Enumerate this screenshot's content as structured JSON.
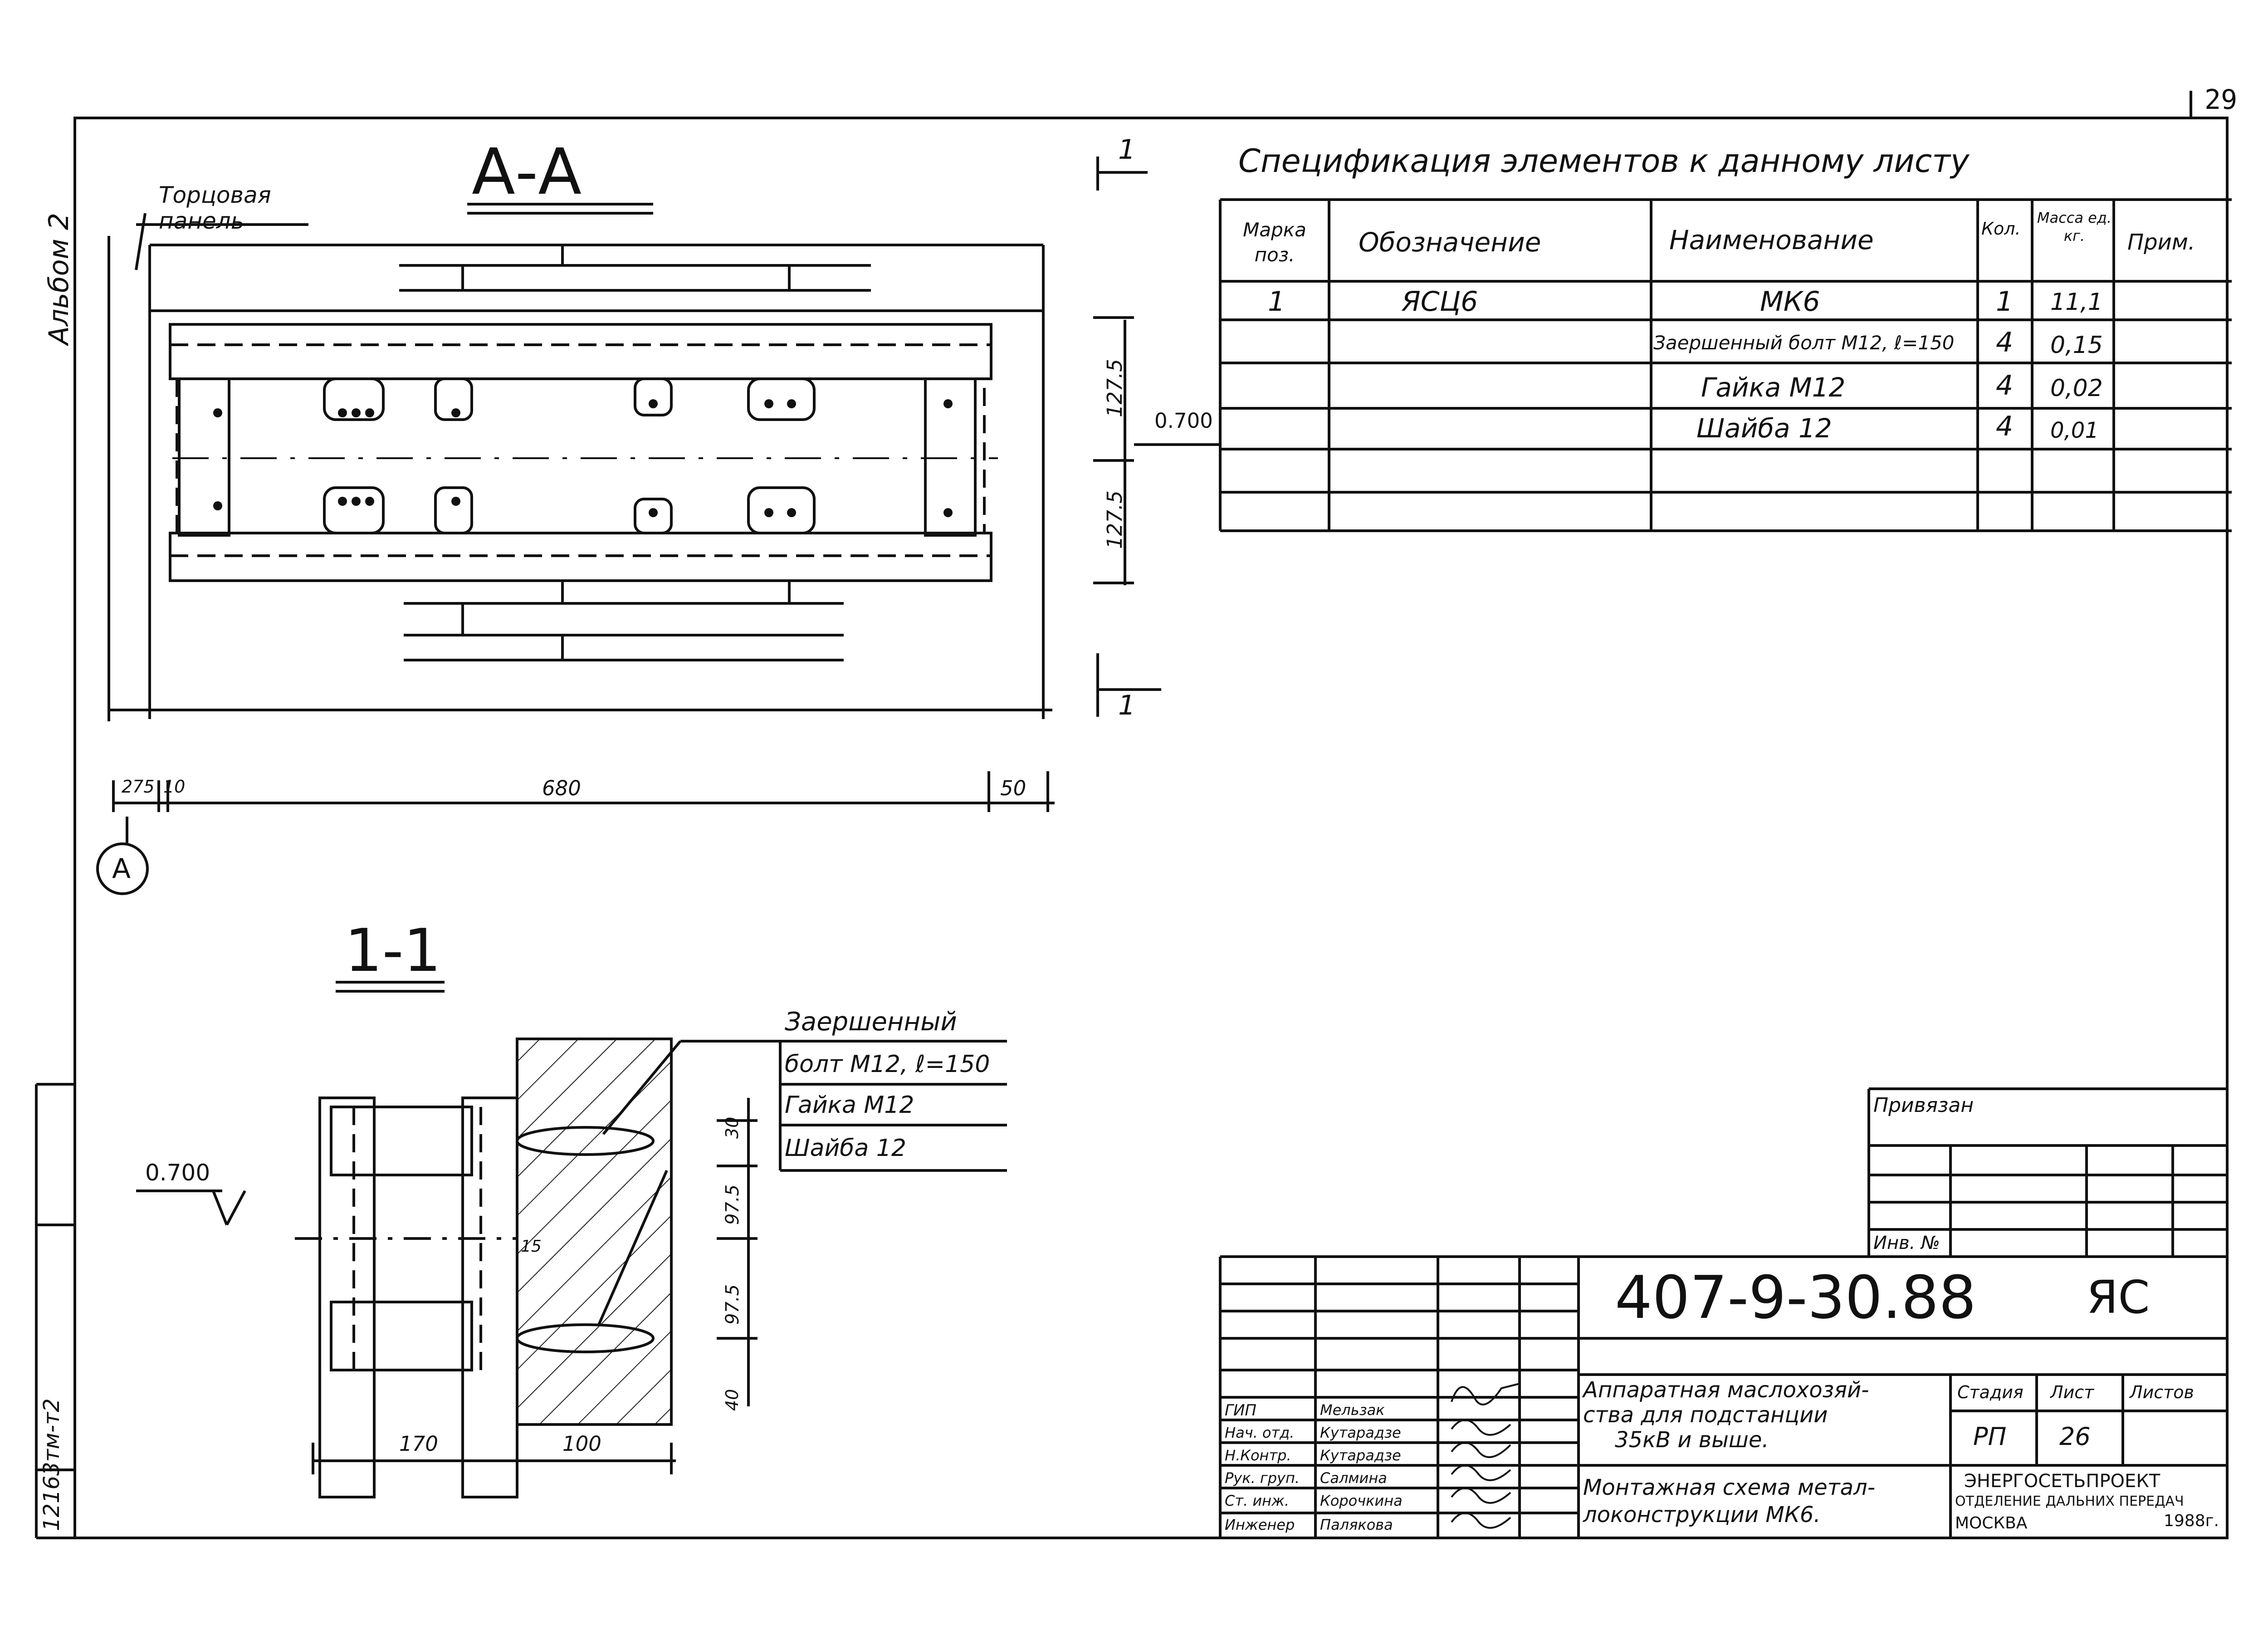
{
  "page_number": "29",
  "album": "Альбом 2",
  "sections": {
    "aa": "А-А",
    "one": "1-1",
    "cut_top": "1",
    "cut_bottom": "1"
  },
  "plan_view": {
    "end_panel_line1": "Торцовая",
    "end_panel_line2": "панель",
    "axis_label": "А",
    "level": "0.700",
    "dims": {
      "d1": "275",
      "d2": "10",
      "d3": "680",
      "d4": "50",
      "v1": "127.5",
      "v2": "127.5"
    }
  },
  "spec_table": {
    "title": "Спецификация элементов к данному листу",
    "headers": {
      "mark": "Марка поз.",
      "designation": "Обозначение",
      "name": "Наименование",
      "qty": "Кол.",
      "mass": "Масса ед. кг.",
      "note": "Прим."
    },
    "rows": [
      {
        "mark": "1",
        "designation": "ЯСЦ6",
        "name": "МК6",
        "qty": "1",
        "mass": "11,1",
        "note": ""
      },
      {
        "mark": "",
        "designation": "",
        "name": "Заершенный болт М12, ℓ=150",
        "qty": "4",
        "mass": "0,15",
        "note": ""
      },
      {
        "mark": "",
        "designation": "",
        "name": "Гайка М12",
        "qty": "4",
        "mass": "0,02",
        "note": ""
      },
      {
        "mark": "",
        "designation": "",
        "name": "Шайба 12",
        "qty": "4",
        "mass": "0,01",
        "note": ""
      }
    ]
  },
  "section_view": {
    "callouts": [
      "Заершенный",
      "болт М12, ℓ=150",
      "Гайка М12",
      "Шайба 12"
    ],
    "level": "0.700",
    "dims": {
      "h30": "30",
      "h97a": "97.5",
      "h97b": "97.5",
      "h40": "40",
      "w170": "170",
      "w100": "100",
      "inner": "15"
    }
  },
  "title_block": {
    "tied": "Привязан",
    "inv": "Инв. №",
    "code": "407-9-30.88",
    "suffix": "ЯС",
    "project_line1": "Аппаратная маслохозяй-",
    "project_line2": "ства для подстанции",
    "project_line3": "35кВ и выше.",
    "sheet_line1": "Монтажная схема метал-",
    "sheet_line2": "локонструкции МК6.",
    "stage_label": "Стадия",
    "sheet_label": "Лист",
    "sheets_label": "Листов",
    "stage": "РП",
    "sheet_no": "26",
    "org1": "ЭНЕРГОСЕТЬПРОЕКТ",
    "org2": "ОТДЕЛЕНИЕ ДАЛЬНИХ ПЕРЕДАЧ",
    "org3": "МОСКВА",
    "year": "1988г.",
    "staff": [
      {
        "role": "ГИП",
        "name": "Мельзак"
      },
      {
        "role": "Нач. отд.",
        "name": "Кутарадзе"
      },
      {
        "role": "Н.Контр.",
        "name": "Кутарадзе"
      },
      {
        "role": "Рук. груп.",
        "name": "Салмина"
      },
      {
        "role": "Ст. инж.",
        "name": "Корочкина"
      },
      {
        "role": "Инженер",
        "name": "Палякова"
      }
    ]
  },
  "side_stamp": {
    "code": "12163тм-т2"
  }
}
